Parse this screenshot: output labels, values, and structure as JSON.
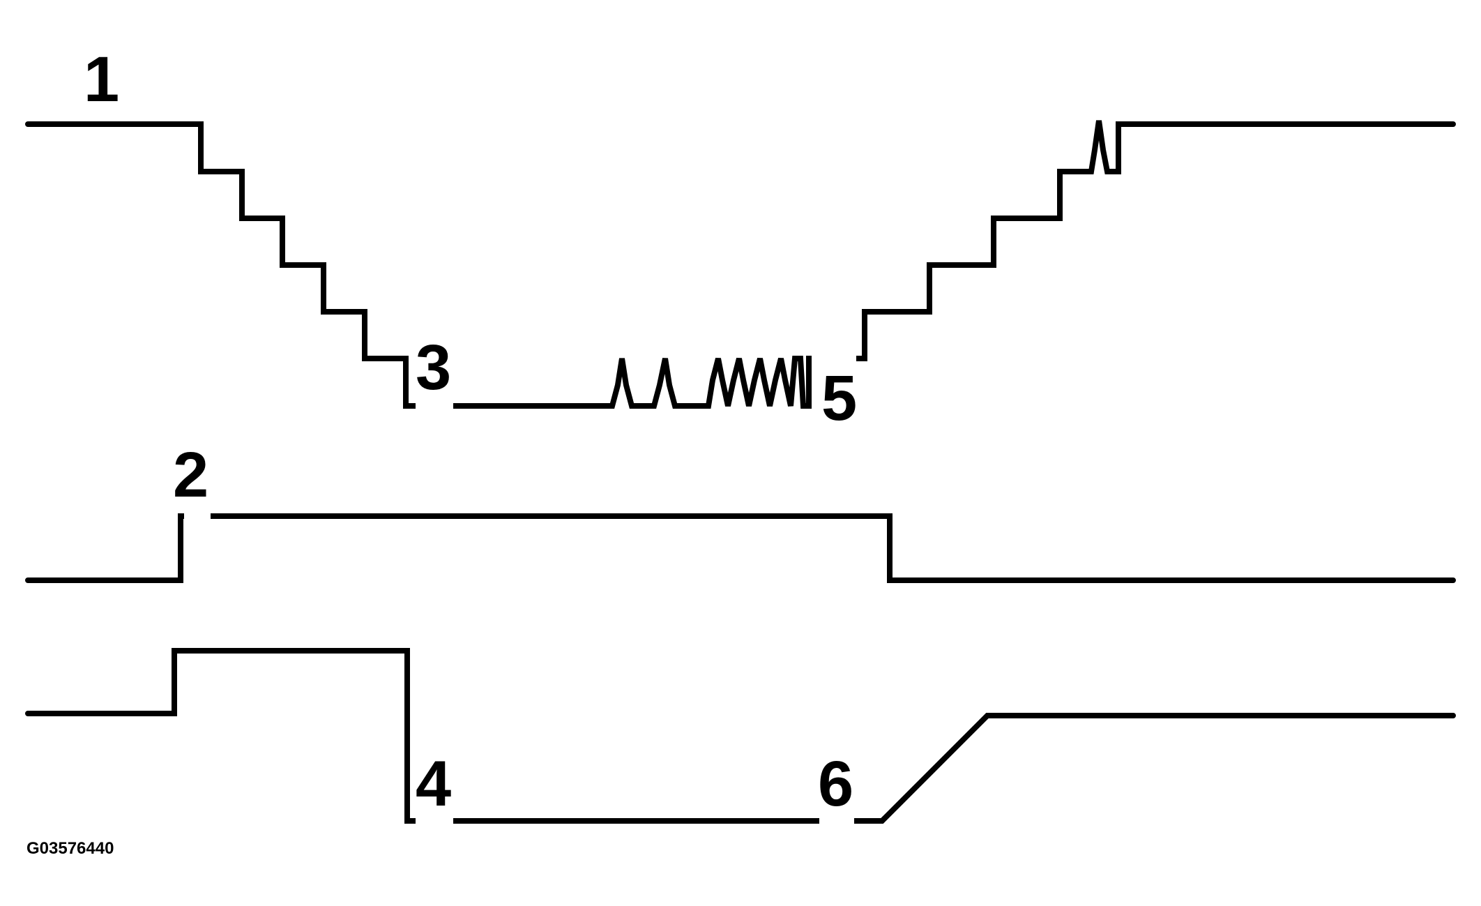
{
  "diagram": {
    "markers": {
      "m1": "1",
      "m2": "2",
      "m3": "3",
      "m4": "4",
      "m5": "5",
      "m6": "6"
    },
    "figure_id": "G03576440",
    "colors": {
      "line": "#000000",
      "background": "#ffffff"
    }
  }
}
